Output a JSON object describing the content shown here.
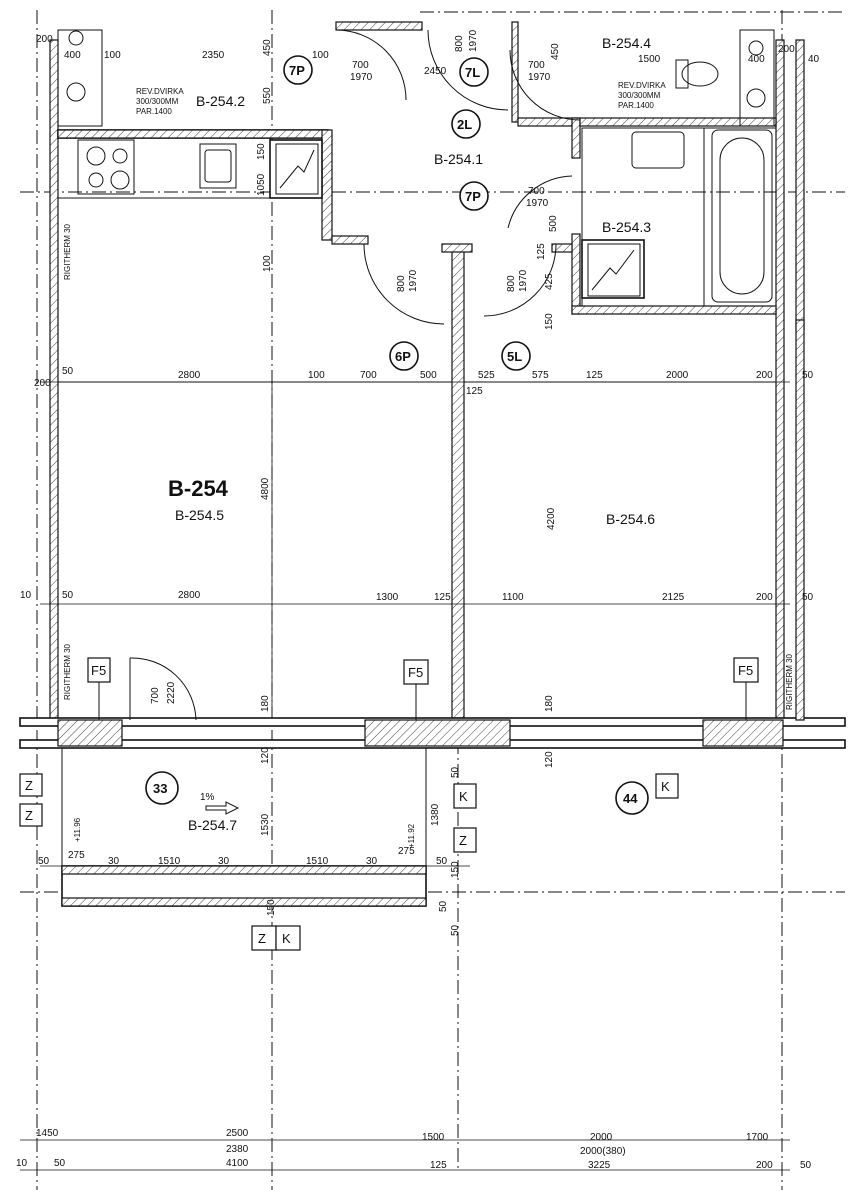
{
  "rooms": {
    "apartment": "B-254",
    "living": "B-254.5",
    "hall": "B-254.1",
    "kitchen": "B-254.2",
    "bath": "B-254.3",
    "wc": "B-254.4",
    "bedroom": "B-254.6",
    "loggia": "B-254.7"
  },
  "doors": {
    "d7p_top": "7P",
    "d7l": "7L",
    "d2l": "2L",
    "d7p_mid": "7P",
    "d6p": "6P",
    "d5l": "5L"
  },
  "markers": {
    "m33": "33",
    "m44": "44"
  },
  "tags": {
    "f5": "F5",
    "k": "K",
    "z": "Z"
  },
  "notes": {
    "rev_1": "REV.DVIRKA",
    "rev_2": "300/300MM",
    "rev_3": "PAR.1400",
    "rigitherm": "RIGITHERM 30",
    "slope": "1%",
    "level": "+11.96",
    "level2": "+11.92"
  },
  "dims": {
    "t_200": "200",
    "t_400a": "400",
    "t_100a": "100",
    "t_2350": "2350",
    "t_450": "450",
    "t_100b": "100",
    "t_700a": "700",
    "t_1970a": "1970",
    "t_2450": "2450",
    "t_800a": "800",
    "t_1970b": "1970",
    "t_700b": "700",
    "t_1970c": "1970",
    "t_450b": "450",
    "t_1500": "1500",
    "t_400b": "400",
    "t_200b": "200",
    "t_550": "550",
    "t_150": "150",
    "t_1050": "1050",
    "t_700c": "700",
    "t_1970d": "1970",
    "t_500": "500",
    "t_125a": "125",
    "t_425": "425",
    "t_150b": "150",
    "t_800b": "800",
    "t_1970e": "1970",
    "t_800c": "800",
    "t_1970f": "1970",
    "t_100c": "100",
    "r1_50": "50",
    "r1_2800": "2800",
    "r1_100": "100",
    "r1_700": "700",
    "r1_500": "500",
    "r1_525": "525",
    "r1_575": "575",
    "r1_125": "125",
    "r1_2000": "2000",
    "r1_200": "200",
    "r1_50b": "50",
    "r1_125b": "125",
    "v_4800": "4800",
    "v_4200": "4200",
    "r2_50": "50",
    "r2_2800": "2800",
    "r2_1300": "1300",
    "r2_125": "125",
    "r2_1100": "1100",
    "r2_2125": "2125",
    "r2_200": "200",
    "r2_50b": "50",
    "d_700": "700",
    "d_2220": "2220",
    "v_180a": "180",
    "v_180b": "180",
    "v_120a": "120",
    "v_120b": "120",
    "v_50": "50",
    "v_1530": "1530",
    "v_1380": "1380",
    "v_150": "150",
    "r3_50": "50",
    "r3_275a": "275",
    "r3_30a": "30",
    "r3_1510a": "1510",
    "r3_30b": "30",
    "r3_1510b": "1510",
    "r3_30c": "30",
    "r3_275b": "275",
    "r3_50b": "50",
    "v_50b": "50",
    "v_50c": "50",
    "v_150b": "150",
    "b_1450": "1450",
    "b_2500": "2500",
    "b_2380": "2380",
    "b_4100": "4100",
    "b_1500": "1500",
    "b_125": "125",
    "b_2000": "2000",
    "b_2000b": "2000(380)",
    "b_3225": "3225",
    "b_1700": "1700",
    "b_200": "200",
    "b_50": "50",
    "b_10": "10",
    "b_50l": "50",
    "l_200": "200",
    "l_10": "10",
    "r_40": "40"
  }
}
